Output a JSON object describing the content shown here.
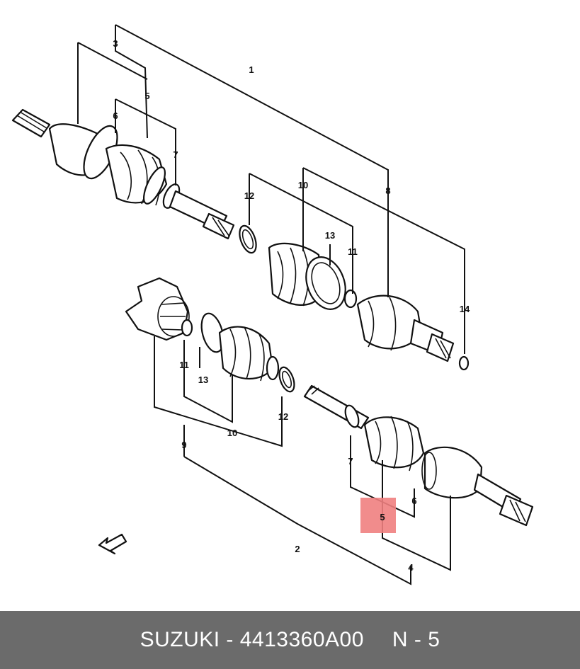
{
  "diagram": {
    "highlight_color": "#f08080",
    "highlighted_callout": "5",
    "callouts": [
      {
        "id": "c1",
        "label": "1"
      },
      {
        "id": "c2",
        "label": "2"
      },
      {
        "id": "c3",
        "label": "3"
      },
      {
        "id": "c4",
        "label": "4"
      },
      {
        "id": "c5a",
        "label": "5"
      },
      {
        "id": "c5b",
        "label": "5"
      },
      {
        "id": "c6a",
        "label": "6"
      },
      {
        "id": "c6b",
        "label": "6"
      },
      {
        "id": "c7a",
        "label": "7"
      },
      {
        "id": "c7b",
        "label": "7"
      },
      {
        "id": "c8",
        "label": "8"
      },
      {
        "id": "c9",
        "label": "9"
      },
      {
        "id": "c10a",
        "label": "10"
      },
      {
        "id": "c10b",
        "label": "10"
      },
      {
        "id": "c11a",
        "label": "11"
      },
      {
        "id": "c11b",
        "label": "11"
      },
      {
        "id": "c12a",
        "label": "12"
      },
      {
        "id": "c12b",
        "label": "12"
      },
      {
        "id": "c13a",
        "label": "13"
      },
      {
        "id": "c13b",
        "label": "13"
      },
      {
        "id": "c14",
        "label": "14"
      }
    ]
  },
  "footer": {
    "brand_part": "SUZUKI - 4413360A00",
    "ref": "N - 5"
  }
}
